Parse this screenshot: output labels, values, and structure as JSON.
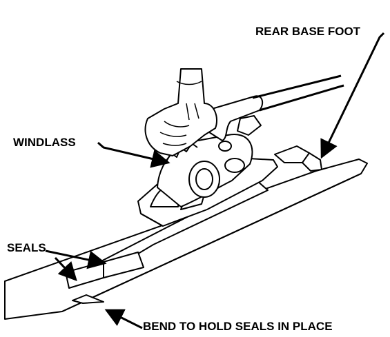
{
  "labels": {
    "rear_base_foot": "REAR BASE FOOT",
    "windlass": "WINDLASS",
    "seals": "SEALS",
    "bend_to_hold_seals": "BEND TO HOLD SEALS IN PLACE"
  },
  "colors": {
    "ink": "#000000",
    "paper": "#ffffff"
  }
}
